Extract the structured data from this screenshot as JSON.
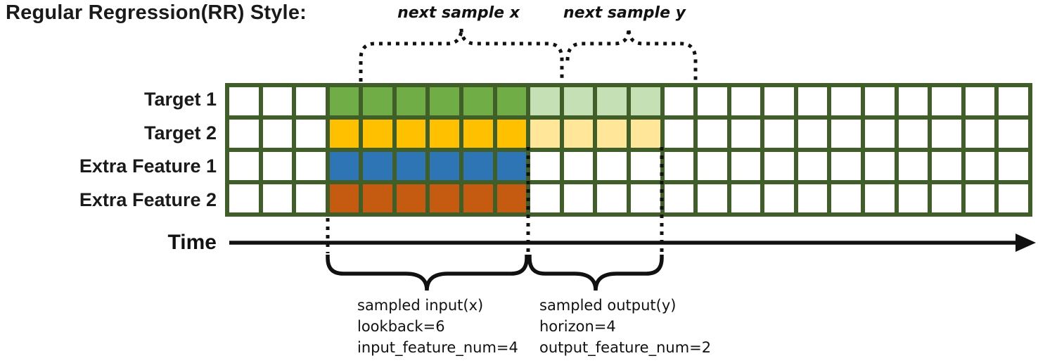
{
  "title": "Regular Regression(RR) Style:",
  "annotations": {
    "next_sample_x": "next sample x",
    "next_sample_y": "next sample y"
  },
  "rows": [
    {
      "label": "Target 1",
      "input_color": "#70AD47",
      "output_color": "#C5E0B4",
      "has_output": true
    },
    {
      "label": "Target 2",
      "input_color": "#FFC000",
      "output_color": "#FFE699",
      "has_output": true
    },
    {
      "label": "Extra Feature 1",
      "input_color": "#2E75B6",
      "output_color": "#FFFFFF",
      "has_output": false
    },
    {
      "label": "Extra Feature 2",
      "input_color": "#C55A11",
      "output_color": "#FFFFFF",
      "has_output": false
    }
  ],
  "grid": {
    "total_columns": 24,
    "lead_columns": 3,
    "lookback": 6,
    "horizon": 4,
    "line_color": "#405E27",
    "empty_cell_color": "#FFFFFF"
  },
  "time_axis": {
    "label": "Time"
  },
  "input_annotation": {
    "lines": [
      "sampled input(x)",
      "lookback=6",
      "input_feature_num=4"
    ]
  },
  "output_annotation": {
    "lines": [
      "sampled output(y)",
      "horizon=4",
      "output_feature_num=2"
    ]
  }
}
